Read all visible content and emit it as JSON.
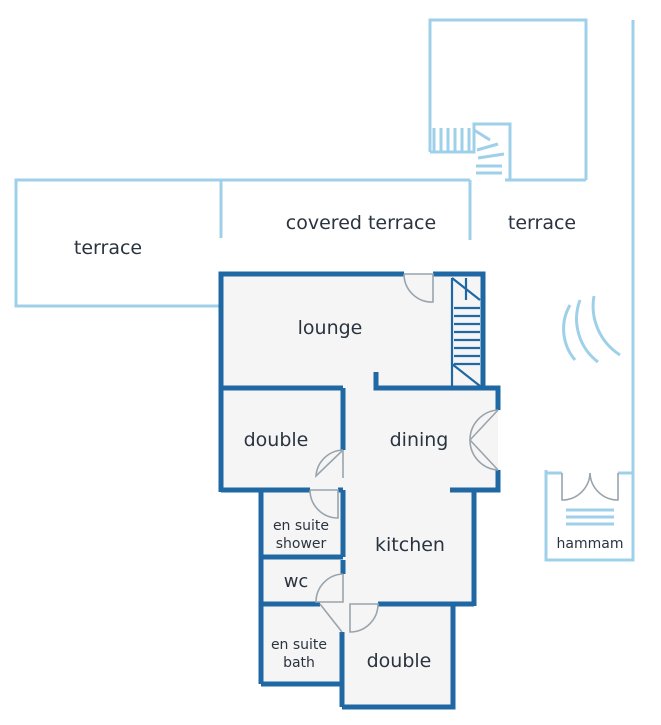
{
  "colors": {
    "wall": "#1f68a3",
    "outdoor": "#9fd0ea",
    "floor": "#f5f5f5",
    "door": "#9aa4ad",
    "text": "#2a3440"
  },
  "rooms": {
    "terrace_left": "terrace",
    "covered_terrace": "covered terrace",
    "terrace_right": "terrace",
    "lounge": "lounge",
    "double_upper": "double",
    "dining": "dining",
    "en_suite_shower_line1": "en suite",
    "en_suite_shower_line2": "shower",
    "kitchen": "kitchen",
    "wc": "wc",
    "en_suite_bath_line1": "en suite",
    "en_suite_bath_line2": "bath",
    "double_lower": "double",
    "hammam": "hammam"
  },
  "icons": {
    "stairs": "stairs-icon",
    "spiral_stairs": "spiral-stairs-icon",
    "shower_arcs": "shower-icon",
    "hammam_bench": "bench-icon"
  }
}
